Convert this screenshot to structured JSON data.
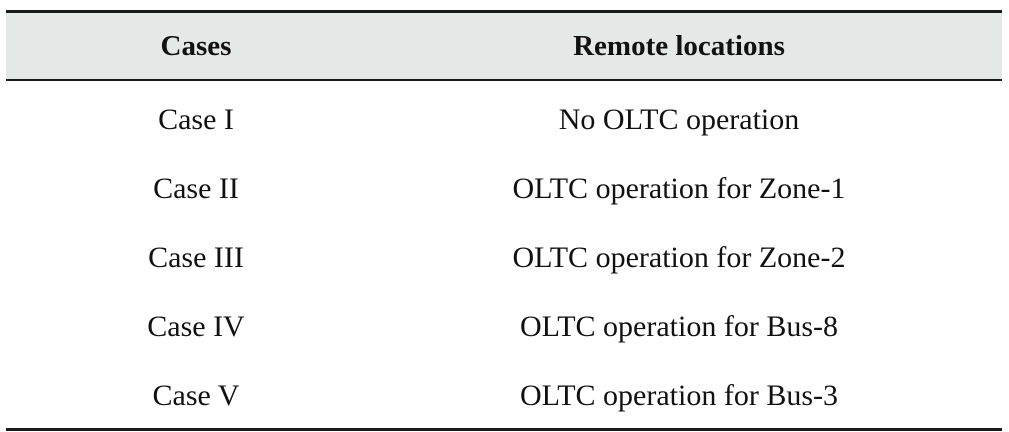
{
  "table": {
    "headers": [
      "Cases",
      "Remote locations"
    ],
    "rows": [
      [
        "Case I",
        "No OLTC operation"
      ],
      [
        "Case II",
        "OLTC operation for Zone-1"
      ],
      [
        "Case III",
        "OLTC operation for Zone-2"
      ],
      [
        "Case IV",
        "OLTC operation for Bus-8"
      ],
      [
        "Case V",
        "OLTC operation for Bus-3"
      ]
    ]
  }
}
